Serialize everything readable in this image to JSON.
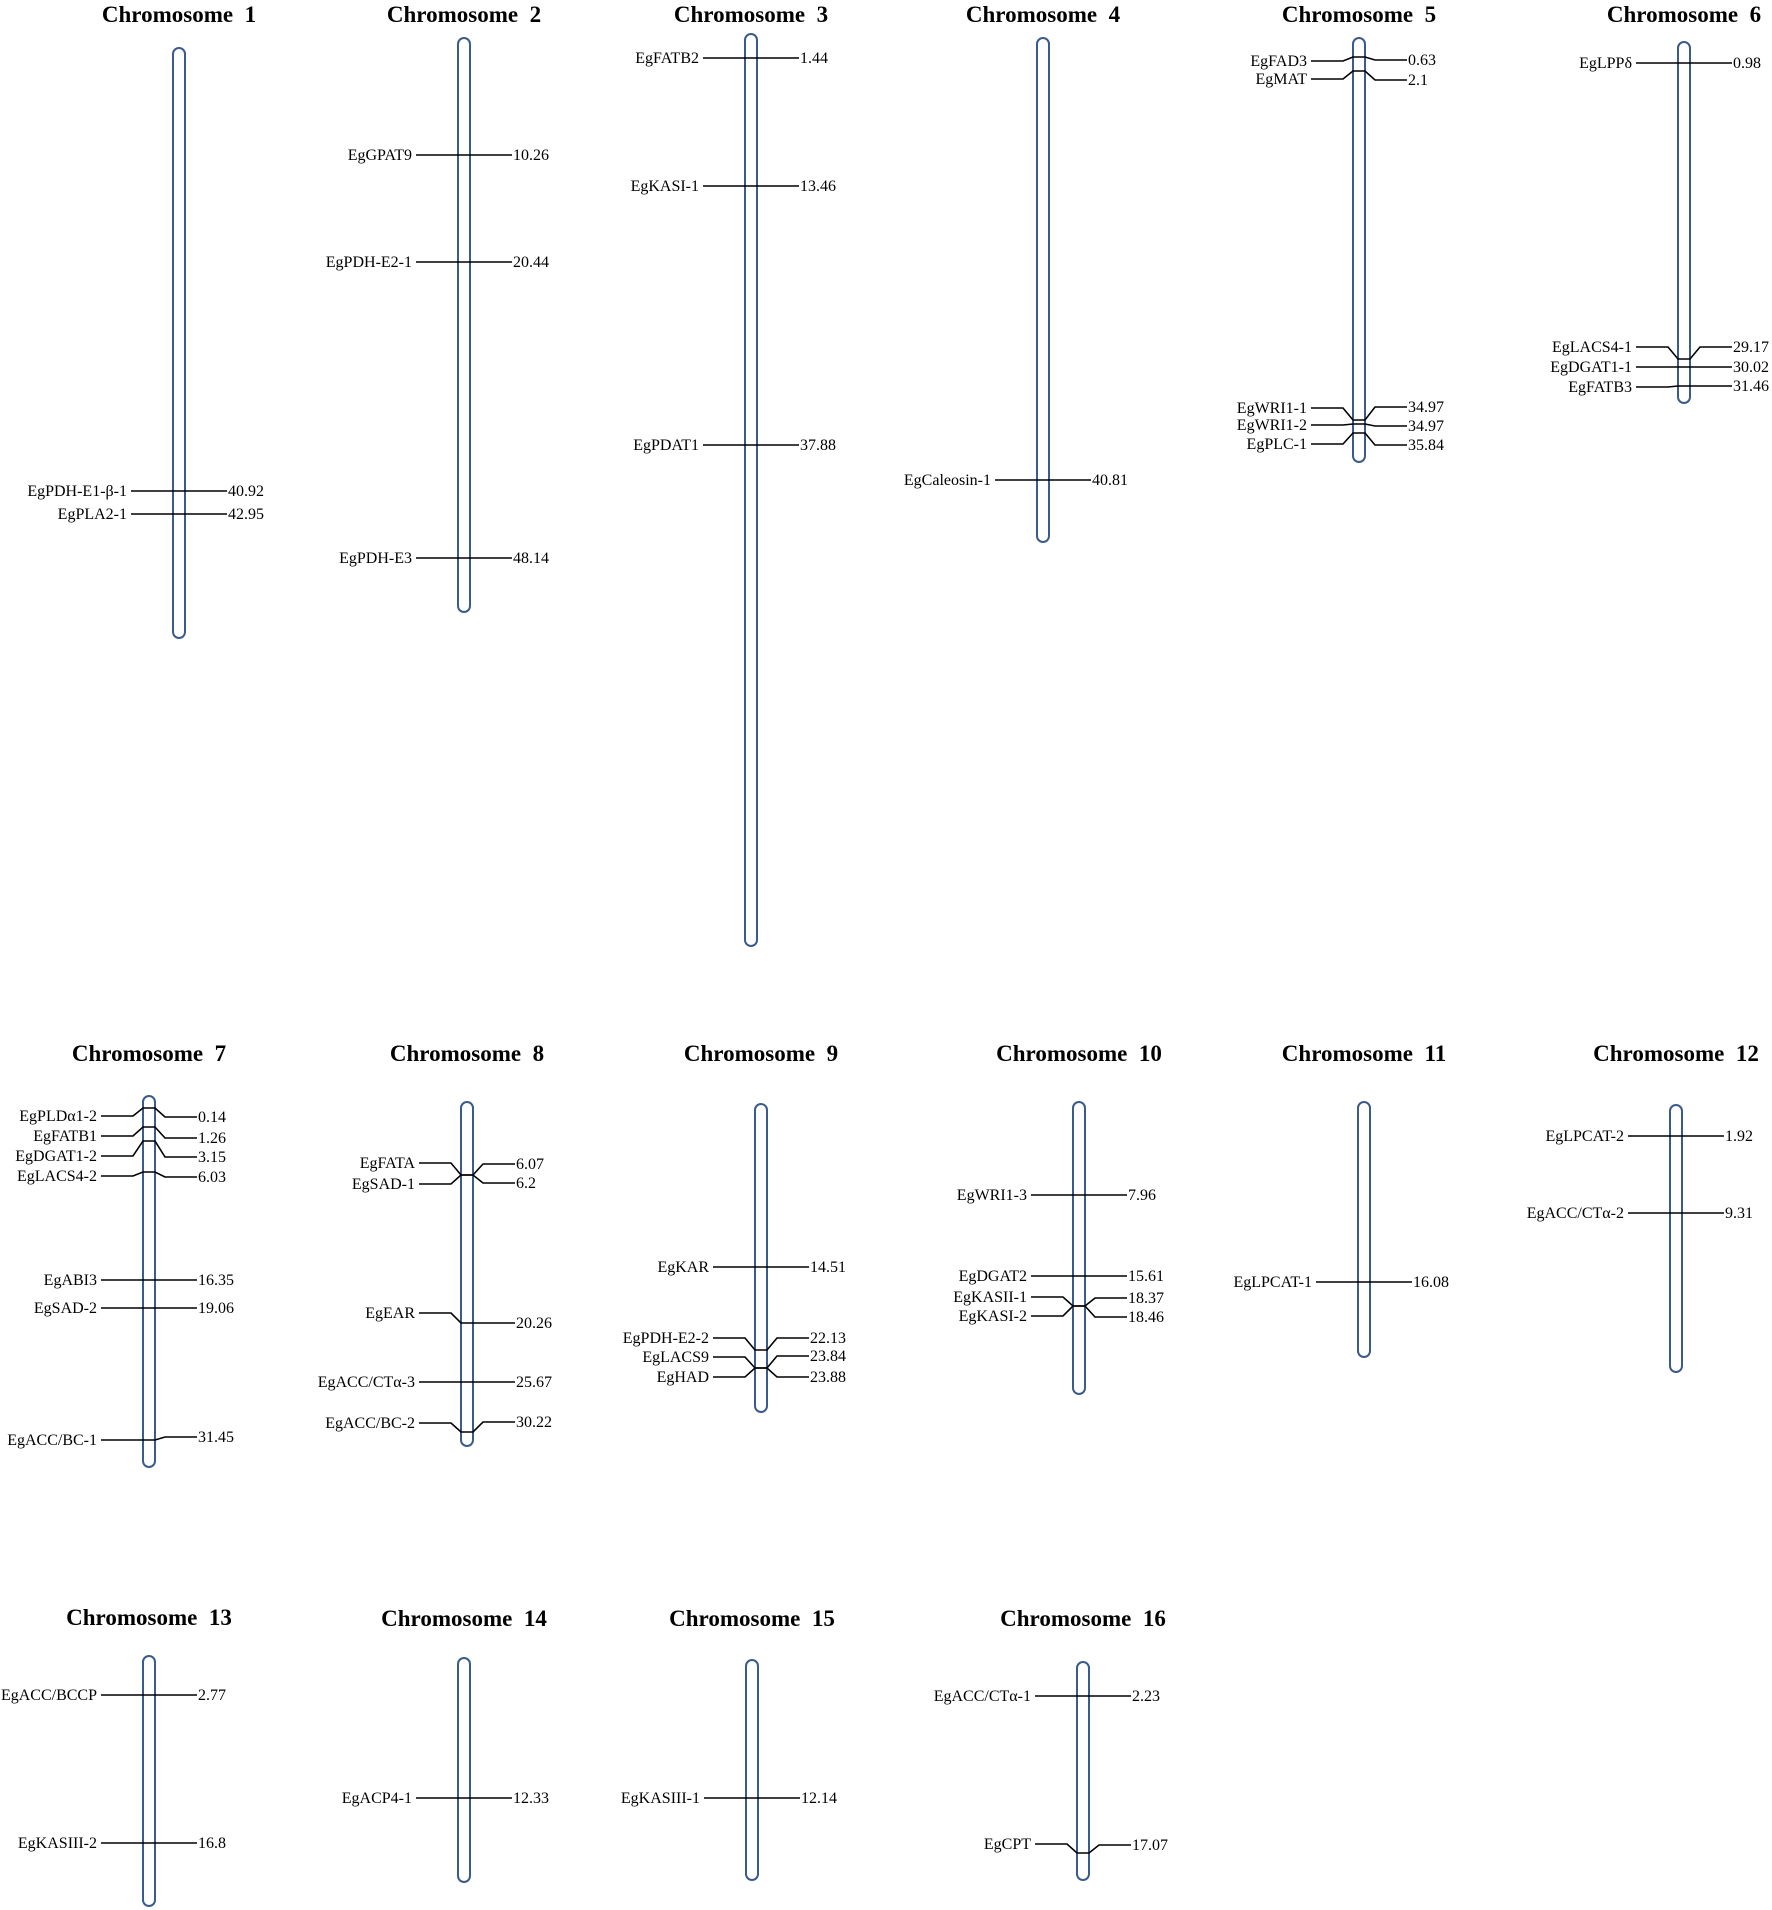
{
  "colors": {
    "chromosome_outline": "#3b5b8c",
    "marker": "#000000",
    "text": "#000000"
  },
  "chromosomes": [
    {
      "title": "Chromosome  1",
      "genes": [
        {
          "name": "EgPDH-E1-β-1",
          "pos": "40.92"
        },
        {
          "name": "EgPLA2-1",
          "pos": "42.95"
        }
      ]
    },
    {
      "title": "Chromosome  2",
      "genes": [
        {
          "name": "EgGPAT9",
          "pos": "10.26"
        },
        {
          "name": "EgPDH-E2-1",
          "pos": "20.44"
        },
        {
          "name": "EgPDH-E3",
          "pos": "48.14"
        }
      ]
    },
    {
      "title": "Chromosome  3",
      "genes": [
        {
          "name": "EgFATB2",
          "pos": "1.44"
        },
        {
          "name": "EgKASI-1",
          "pos": "13.46"
        },
        {
          "name": "EgPDAT1",
          "pos": "37.88"
        }
      ]
    },
    {
      "title": "Chromosome  4",
      "genes": [
        {
          "name": "EgCaleosin-1",
          "pos": "40.81"
        }
      ]
    },
    {
      "title": "Chromosome  5",
      "genes": [
        {
          "name": "EgFAD3",
          "pos": "0.63"
        },
        {
          "name": "EgMAT",
          "pos": "2.1"
        },
        {
          "name": "EgWRI1-1",
          "pos": "34.97"
        },
        {
          "name": "EgWRI1-2",
          "pos": "34.97"
        },
        {
          "name": "EgPLC-1",
          "pos": "35.84"
        }
      ]
    },
    {
      "title": "Chromosome  6",
      "genes": [
        {
          "name": "EgLPPδ",
          "pos": "0.98"
        },
        {
          "name": "EgLACS4-1",
          "pos": "29.17"
        },
        {
          "name": "EgDGAT1-1",
          "pos": "30.02"
        },
        {
          "name": "EgFATB3",
          "pos": "31.46"
        }
      ]
    },
    {
      "title": "Chromosome  7",
      "genes": [
        {
          "name": "EgPLDα1-2",
          "pos": "0.14"
        },
        {
          "name": "EgFATB1",
          "pos": "1.26"
        },
        {
          "name": "EgDGAT1-2",
          "pos": "3.15"
        },
        {
          "name": "EgLACS4-2",
          "pos": "6.03"
        },
        {
          "name": "EgABI3",
          "pos": "16.35"
        },
        {
          "name": "EgSAD-2",
          "pos": "19.06"
        },
        {
          "name": "EgACC/BC-1",
          "pos": "31.45"
        }
      ]
    },
    {
      "title": "Chromosome  8",
      "genes": [
        {
          "name": "EgFATA",
          "pos": "6.07"
        },
        {
          "name": "EgSAD-1",
          "pos": "6.2"
        },
        {
          "name": "EgEAR",
          "pos": "20.26"
        },
        {
          "name": "EgACC/CTα-3",
          "pos": "25.67"
        },
        {
          "name": "EgACC/BC-2",
          "pos": "30.22"
        }
      ]
    },
    {
      "title": "Chromosome  9",
      "genes": [
        {
          "name": "EgKAR",
          "pos": "14.51"
        },
        {
          "name": "EgPDH-E2-2",
          "pos": "22.13"
        },
        {
          "name": "EgLACS9",
          "pos": "23.84"
        },
        {
          "name": "EgHAD",
          "pos": "23.88"
        }
      ]
    },
    {
      "title": "Chromosome  10",
      "genes": [
        {
          "name": "EgWRI1-3",
          "pos": "7.96"
        },
        {
          "name": "EgDGAT2",
          "pos": "15.61"
        },
        {
          "name": "EgKASII-1",
          "pos": "18.37"
        },
        {
          "name": "EgKASI-2",
          "pos": "18.46"
        }
      ]
    },
    {
      "title": "Chromosome  11",
      "genes": [
        {
          "name": "EgLPCAT-1",
          "pos": "16.08"
        }
      ]
    },
    {
      "title": "Chromosome  12",
      "genes": [
        {
          "name": "EgLPCAT-2",
          "pos": "1.92"
        },
        {
          "name": "EgACC/CTα-2",
          "pos": "9.31"
        }
      ]
    },
    {
      "title": "Chromosome  13",
      "genes": [
        {
          "name": "EgACC/BCCP",
          "pos": "2.77"
        },
        {
          "name": "EgKASIII-2",
          "pos": "16.8"
        }
      ]
    },
    {
      "title": "Chromosome  14",
      "genes": [
        {
          "name": "EgACP4-1",
          "pos": "12.33"
        }
      ]
    },
    {
      "title": "Chromosome  15",
      "genes": [
        {
          "name": "EgKASIII-1",
          "pos": "12.14"
        }
      ]
    },
    {
      "title": "Chromosome  16",
      "genes": [
        {
          "name": "EgACC/CTα-1",
          "pos": "2.23"
        },
        {
          "name": "EgCPT",
          "pos": "17.07"
        }
      ]
    }
  ]
}
